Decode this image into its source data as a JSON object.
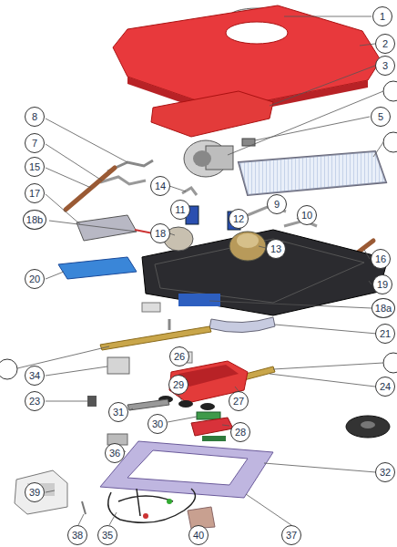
{
  "diagram": {
    "nodes": [
      {
        "text": [
          "1"
        ]
      },
      {
        "text": [
          "2"
        ]
      },
      {
        "text": [
          "3"
        ]
      },
      {
        "text": [
          "8"
        ]
      },
      {
        "text": [
          "5"
        ]
      },
      {
        "text": [
          "7"
        ]
      },
      {
        "text": [
          "15"
        ]
      },
      {
        "text": [
          "17"
        ]
      },
      {
        "text": [
          "18b"
        ]
      },
      {
        "text": [
          "14"
        ]
      },
      {
        "text": [
          "11"
        ]
      },
      {
        "text": [
          "12"
        ]
      },
      {
        "text": [
          "18"
        ]
      },
      {
        "text": [
          "9"
        ]
      },
      {
        "text": [
          "10"
        ]
      },
      {
        "text": [
          "13"
        ]
      },
      {
        "text": [
          "16"
        ]
      },
      {
        "text": [
          "19"
        ]
      },
      {
        "text": [
          "20"
        ]
      },
      {
        "text": [
          "18a"
        ]
      },
      {
        "text": [
          "21"
        ]
      },
      {
        "text": [
          "34"
        ]
      },
      {
        "text": [
          "26"
        ]
      },
      {
        "text": [
          "29"
        ]
      },
      {
        "text": [
          "27"
        ]
      },
      {
        "text": [
          "24"
        ]
      },
      {
        "text": [
          "23"
        ]
      },
      {
        "text": [
          "31"
        ]
      },
      {
        "text": [
          "30"
        ]
      },
      {
        "text": [
          "28"
        ]
      },
      {
        "text": [
          "32"
        ]
      },
      {
        "text": [
          "36"
        ]
      },
      {
        "text": [
          "39"
        ]
      },
      {
        "text": [
          "38"
        ]
      },
      {
        "text": [
          "35"
        ]
      },
      {
        "text": [
          "40"
        ]
      },
      {
        "text": [
          "37"
        ]
      }
    ]
  }
}
